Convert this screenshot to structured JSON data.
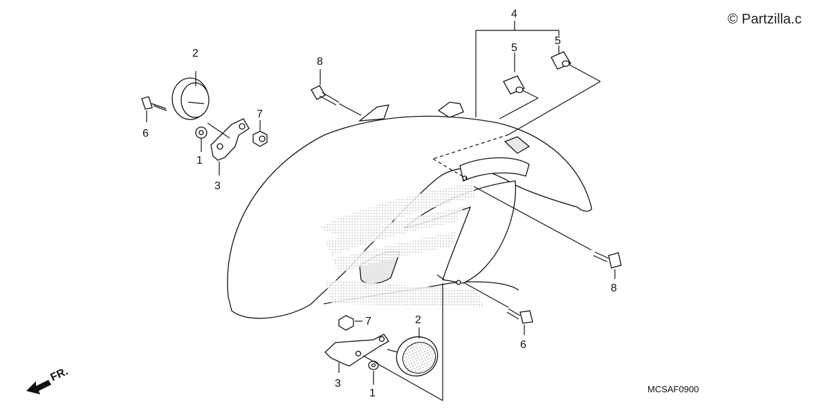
{
  "watermark": "© Partzilla.c",
  "diagram_code": "MCSAF0900",
  "front_marker": "FR.",
  "part_labels": {
    "washer_upper": "1",
    "washer_lower": "1",
    "reflector_upper": "2",
    "reflector_lower": "2",
    "stay_upper": "3",
    "stay_lower": "3",
    "assembly": "4",
    "nut_clip_a": "5",
    "nut_clip_b": "5",
    "bolt_upper_left": "6",
    "bolt_lower_right": "6",
    "nut_upper": "7",
    "nut_lower": "7",
    "bolt_top": "8",
    "bolt_right": "8"
  }
}
